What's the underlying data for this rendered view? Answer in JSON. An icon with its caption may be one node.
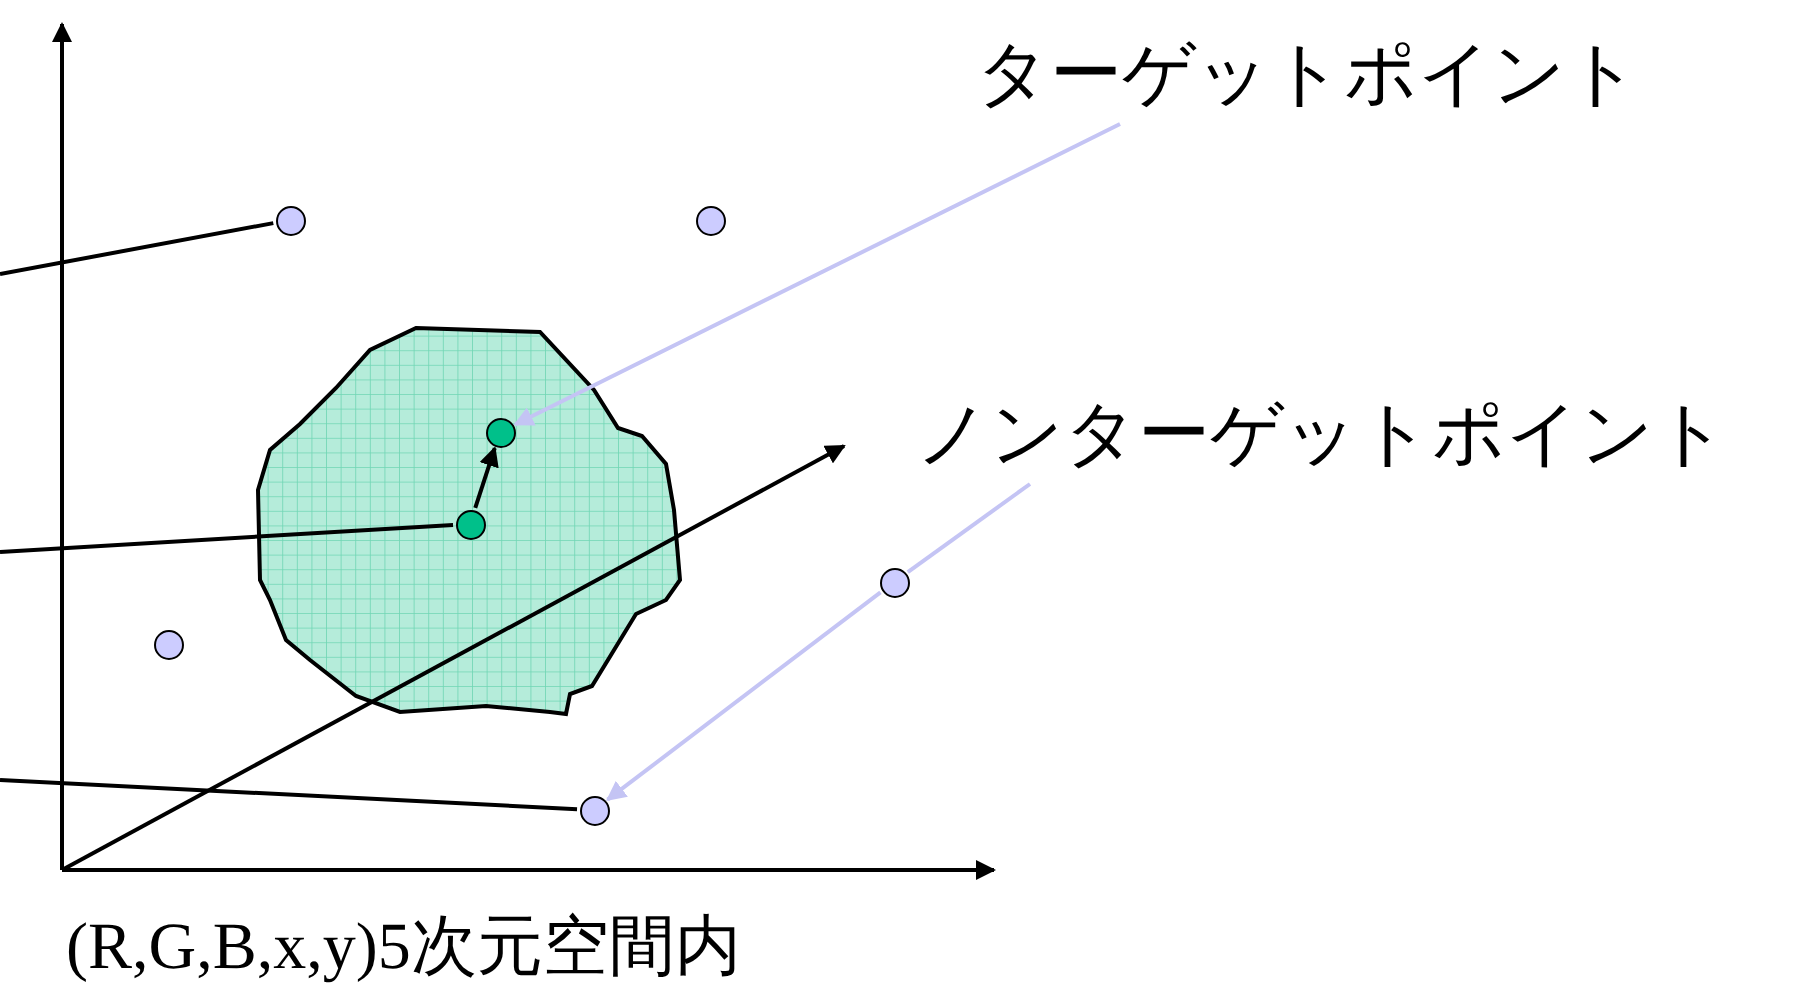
{
  "diagram": {
    "caption": "(R,G,B,x,y)5次元空間内",
    "nodes": [
      {
        "text": [
          "ターゲットポイント"
        ]
      },
      {
        "text": [
          "ノンターゲットポイント"
        ]
      },
      {
        "text": [],
        "shape": "cloud"
      },
      {
        "text": [],
        "shape": "circle"
      },
      {
        "text": [],
        "shape": "circle"
      },
      {
        "text": [],
        "shape": "circle",
        "in": 2
      },
      {
        "text": [],
        "shape": "circle",
        "in": 2
      },
      {
        "text": [],
        "shape": "circle"
      },
      {
        "text": [],
        "shape": "circle"
      },
      {
        "text": [],
        "shape": "circle"
      }
    ],
    "edges": [
      {
        "from": 0,
        "to": 5,
        "arrow": "to",
        "color": "#c4c4f4"
      },
      {
        "from": 1,
        "to": 8,
        "arrow": "none",
        "color": "#c4c4f4"
      },
      {
        "from": 8,
        "to": 9,
        "arrow": "to",
        "color": "#c4c4f4"
      },
      {
        "from": null,
        "to": 3,
        "arrow": "none"
      },
      {
        "from": null,
        "to": 6,
        "arrow": "none"
      },
      {
        "from": null,
        "to": 9,
        "arrow": "none"
      },
      {
        "from": 6,
        "to": 5,
        "arrow": "to"
      }
    ]
  }
}
